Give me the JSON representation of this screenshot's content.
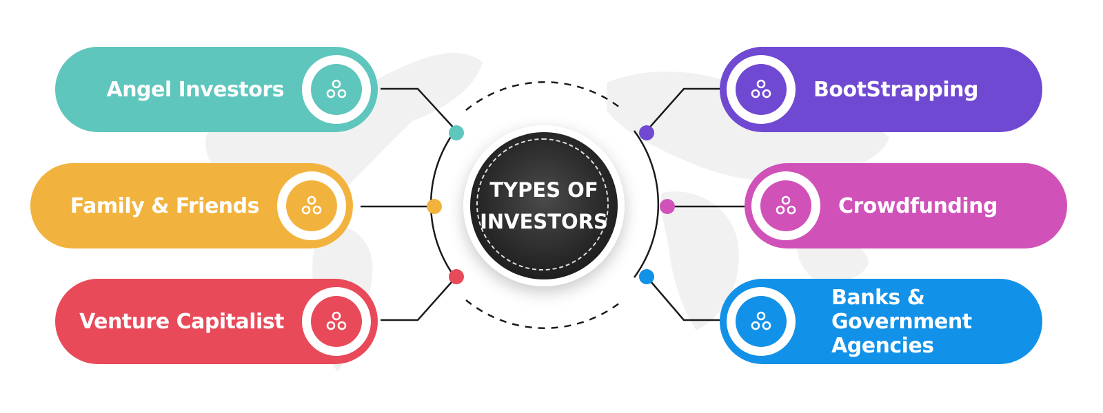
{
  "center": {
    "title_line1": "TYPES OF",
    "title_line2": "INVESTORS"
  },
  "items": [
    {
      "label": "Angel Investors",
      "color": "#5EC6BC",
      "side": "left",
      "icon": "three-circles-icon"
    },
    {
      "label": "Family & Friends",
      "color": "#F2B33E",
      "side": "left",
      "icon": "three-circles-icon"
    },
    {
      "label": "Venture Capitalist",
      "color": "#E84A5A",
      "side": "left",
      "icon": "three-circles-icon"
    },
    {
      "label": "BootStrapping",
      "color": "#7049D2",
      "side": "right",
      "icon": "three-circles-icon"
    },
    {
      "label": "Crowdfunding",
      "color": "#D052B9",
      "side": "right",
      "icon": "three-circles-icon"
    },
    {
      "label_lines": [
        "Banks &",
        "Government",
        "Agencies"
      ],
      "color": "#1291E8",
      "side": "right",
      "icon": "three-circles-icon"
    }
  ],
  "colors": {
    "connector_line": "#1a1a1a",
    "center_dark": "#262626",
    "map_background": "#f1f1f1"
  }
}
